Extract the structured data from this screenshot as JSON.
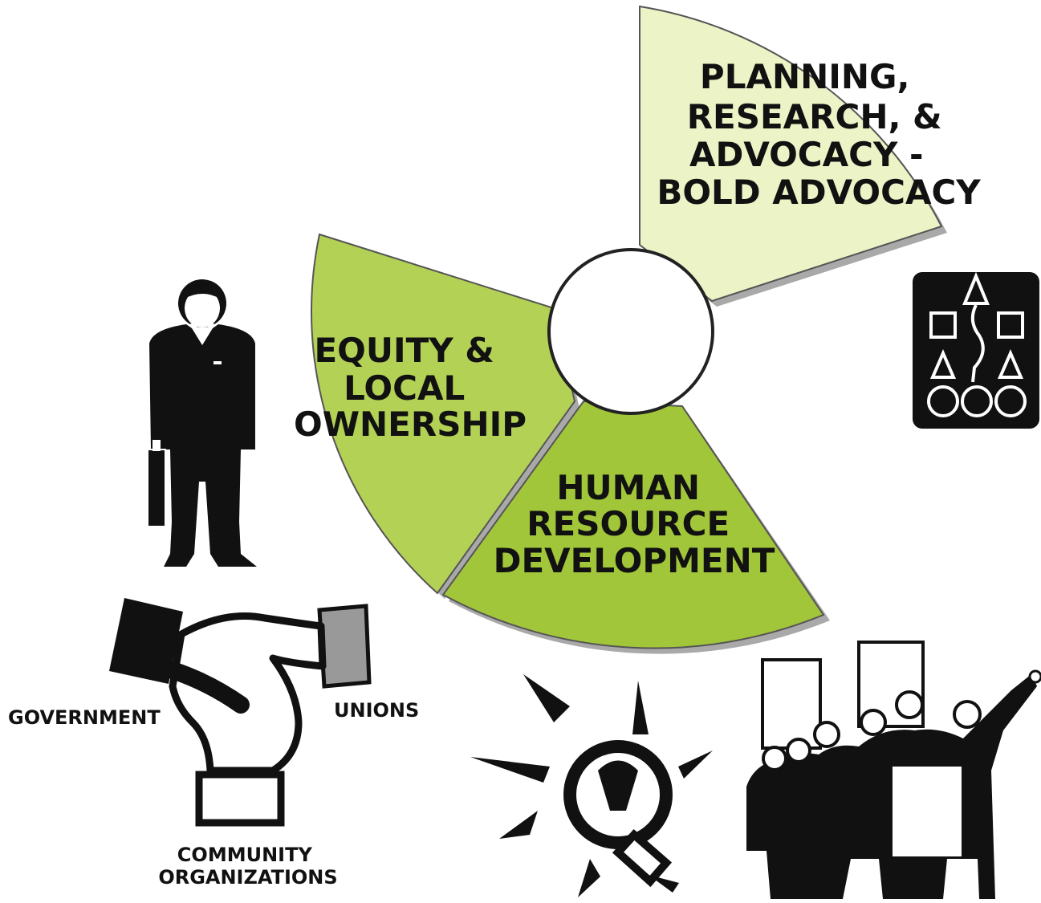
{
  "colors": {
    "segment_planning": "#ecf3c6",
    "segment_equity": "#b3d155",
    "segment_human": "#a2c63a",
    "outline": "#555555",
    "shadow": "#a9a9a9",
    "icon": "#111111"
  },
  "segments": {
    "planning": {
      "lines": [
        "PLANNING,",
        "RESEARCH, &",
        "ADVOCACY -",
        "BOLD ADVOCACY"
      ]
    },
    "equity": {
      "lines": [
        "EQUITY &",
        "LOCAL",
        "OWNERSHIP"
      ]
    },
    "human": {
      "lines": [
        "HUMAN",
        "RESOURCE",
        "DEVELOPMENT"
      ]
    }
  },
  "captions": {
    "government": "GOVERNMENT",
    "unions": "UNIONS",
    "community_line1": "COMMUNITY",
    "community_line2": "ORGANIZATIONS"
  },
  "icons": {
    "businessman": "businessman-icon",
    "handshake": "handshake-icon",
    "org_chart": "org-chart-icon",
    "lightbulb": "lightbulb-icon",
    "crowd": "protest-crowd-icon"
  }
}
